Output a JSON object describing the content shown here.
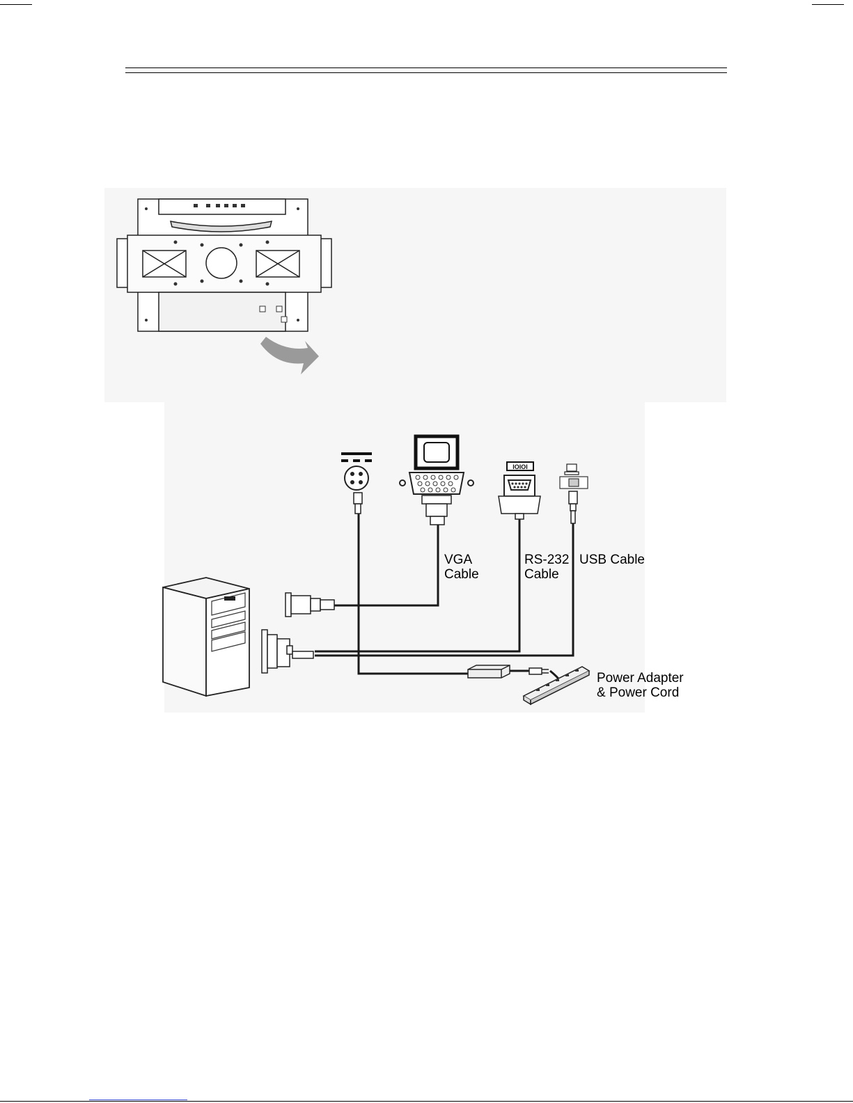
{
  "diagram": {
    "labels": {
      "vga_cable": "VGA\nCable",
      "rs232_cable": "RS-232\nCable",
      "usb_cable": "USB Cable",
      "power_adapter": "Power Adapter\n& Power Cord"
    },
    "rs232_icon_text": "IOIOI"
  }
}
